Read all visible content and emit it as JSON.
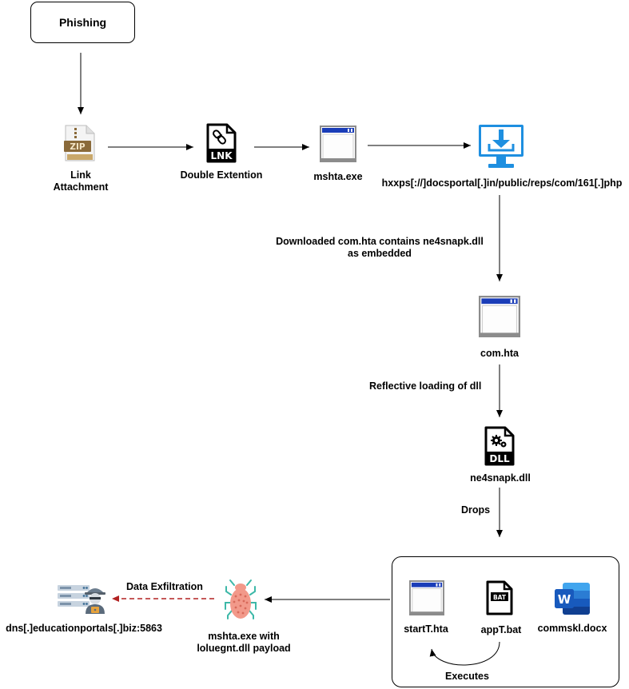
{
  "start": {
    "label": "Phishing"
  },
  "nodes": {
    "zip": {
      "label_line1": "Link",
      "label_line2": "Attachment",
      "icon": "zip-archive-icon"
    },
    "lnk": {
      "label": "Double Extention",
      "icon": "lnk-shortcut-file-icon"
    },
    "mshta": {
      "label": "mshta.exe",
      "icon": "application-window-icon"
    },
    "url": {
      "label": "hxxps[://]docsportal[.]in/public/reps/com/161[.]php",
      "icon": "monitor-download-icon"
    },
    "comhta": {
      "label": "com.hta",
      "icon": "application-window-icon"
    },
    "dll": {
      "label": "ne4snapk.dll",
      "icon": "dll-file-icon",
      "badge": "DLL"
    },
    "startt": {
      "label": "startT.hta",
      "icon": "application-window-icon"
    },
    "bat": {
      "label": "appT.bat",
      "icon": "bat-file-icon",
      "badge": "BAT"
    },
    "docx": {
      "label": "commskl.docx",
      "icon": "word-document-icon",
      "badge": "W"
    },
    "malware": {
      "label_line1": "mshta.exe with",
      "label_line2": "loluegnt.dll payload",
      "icon": "malware-bug-icon"
    },
    "c2": {
      "label": "dns[.]educationportals[.]biz:5863",
      "icon": "hacker-server-icon"
    }
  },
  "edges": {
    "download": {
      "line1": "Downloaded com.hta contains ne4snapk.dll",
      "line2": "as embedded"
    },
    "reflective": {
      "label": "Reflective loading of dll"
    },
    "drops": {
      "label": "Drops"
    },
    "exfil": {
      "label": "Data Exfiltration"
    },
    "executes": {
      "label": "Executes"
    }
  },
  "colors": {
    "stroke": "#000000",
    "exfil_arrow": "#b22222",
    "window_titlebar": "#1a3db8",
    "monitor_blue": "#1e8fe0",
    "word_blue": "#185abd",
    "bug_fill": "#f2998a",
    "bug_legs": "#3db8a8",
    "zip_brown": "#8a6a3a"
  }
}
